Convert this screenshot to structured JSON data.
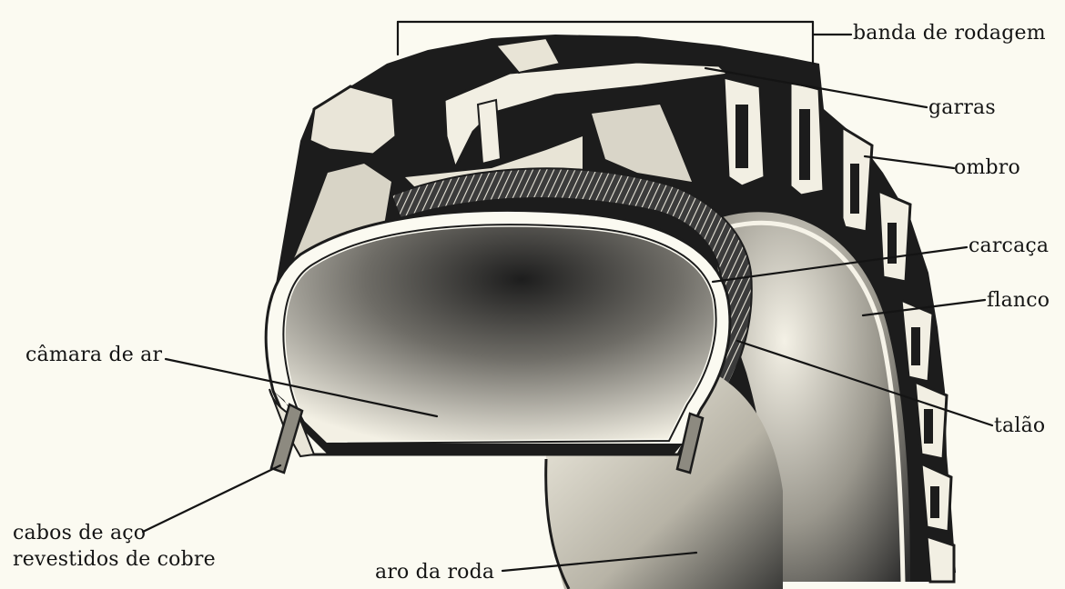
{
  "labels": {
    "banda_de_rodagem": "banda de rodagem",
    "garras": "garras",
    "ombro": "ombro",
    "carcaca": "carcaça",
    "flanco": "flanco",
    "talao": "talão",
    "camara_de_ar": "câmara de ar",
    "cabos_line1": "cabos de aço",
    "cabos_line2": "revestidos de cobre",
    "aro_da_roda": "aro da roda"
  },
  "colors": {
    "background": "#fbfaf1",
    "ink": "#141414",
    "rubber": "#1c1c1c",
    "stipple": "#efece0"
  }
}
